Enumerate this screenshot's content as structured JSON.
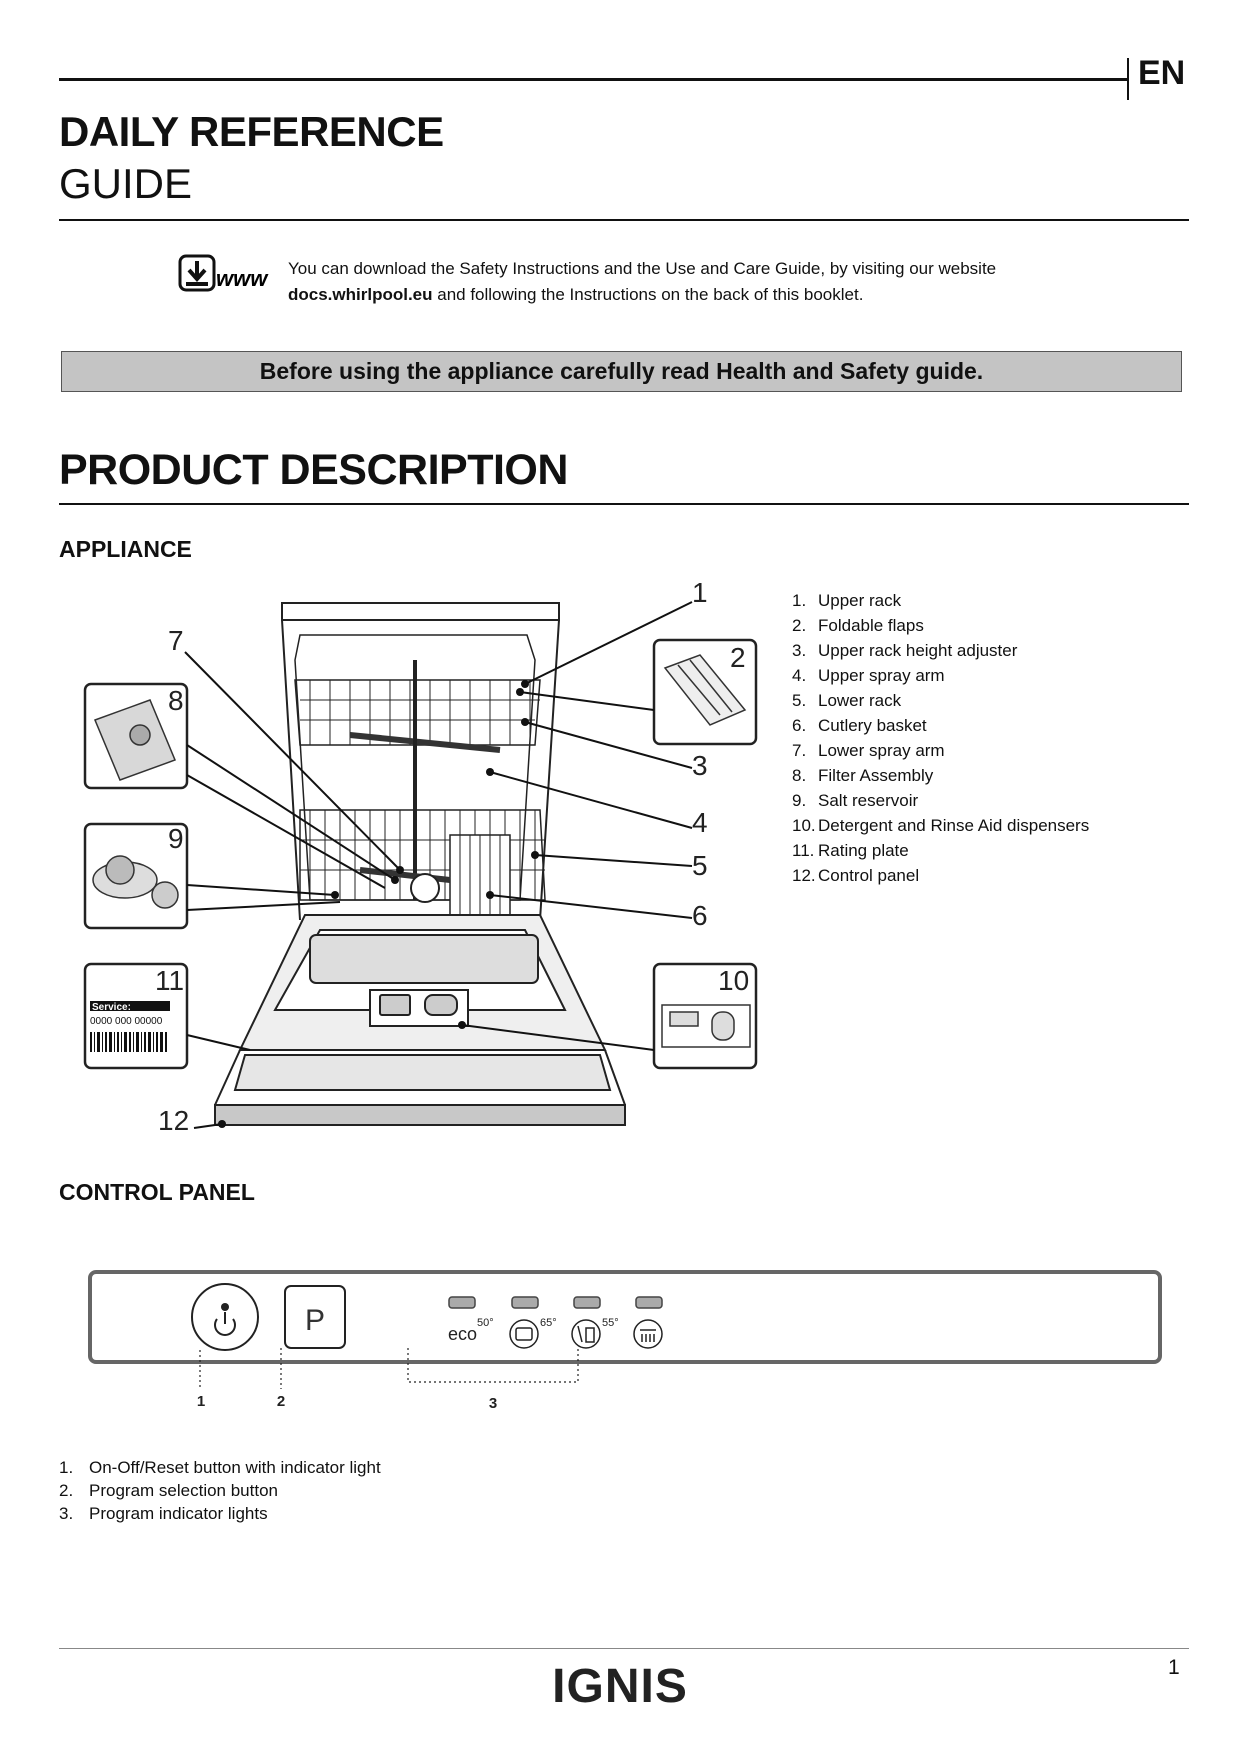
{
  "header": {
    "language": "EN",
    "title_bold": "DAILY REFERENCE",
    "title_light": "GUIDE"
  },
  "download": {
    "icon_text": "www",
    "line1": "You can download the Safety Instructions and the Use and Care Guide, by visiting our website",
    "website": "docs.whirlpool.eu",
    "line2_rest": " and following the Instructions on the back of this booklet."
  },
  "warning": "Before using the appliance carefully read Health and Safety guide.",
  "section_title": "PRODUCT DESCRIPTION",
  "appliance": {
    "heading": "APPLIANCE",
    "callouts": [
      "1",
      "2",
      "3",
      "4",
      "5",
      "6",
      "7",
      "8",
      "9",
      "10",
      "11",
      "12"
    ],
    "rating_plate": {
      "service_label": "Service:",
      "number": "0000 000 00000"
    },
    "parts": [
      {
        "num": "1.",
        "label": "Upper rack"
      },
      {
        "num": "2.",
        "label": "Foldable flaps"
      },
      {
        "num": "3.",
        "label": "Upper rack height adjuster"
      },
      {
        "num": "4.",
        "label": "Upper spray arm"
      },
      {
        "num": "5.",
        "label": "Lower rack"
      },
      {
        "num": "6.",
        "label": "Cutlery basket"
      },
      {
        "num": "7.",
        "label": "Lower spray arm"
      },
      {
        "num": "8.",
        "label": "Filter Assembly"
      },
      {
        "num": "9.",
        "label": "Salt reservoir"
      },
      {
        "num": "10.",
        "label": "Detergent and Rinse Aid dispensers"
      },
      {
        "num": "11.",
        "label": "Rating plate"
      },
      {
        "num": "12.",
        "label": "Control panel"
      }
    ]
  },
  "control_panel": {
    "heading": "CONTROL PANEL",
    "program_button": "P",
    "programs": [
      {
        "symbol": "eco",
        "temp": "50°"
      },
      {
        "symbol": "pot-icon",
        "temp": "65°"
      },
      {
        "symbol": "glass-icon",
        "temp": "55°"
      },
      {
        "symbol": "rinse-icon",
        "temp": ""
      }
    ],
    "callouts": [
      "1",
      "2",
      "3"
    ],
    "items": [
      {
        "num": "1.",
        "label": "On-Off/Reset button with indicator light"
      },
      {
        "num": "2.",
        "label": "Program selection button"
      },
      {
        "num": "3.",
        "label": "Program indicator lights"
      }
    ]
  },
  "footer": {
    "brand": "IGNIS",
    "page_number": "1"
  }
}
